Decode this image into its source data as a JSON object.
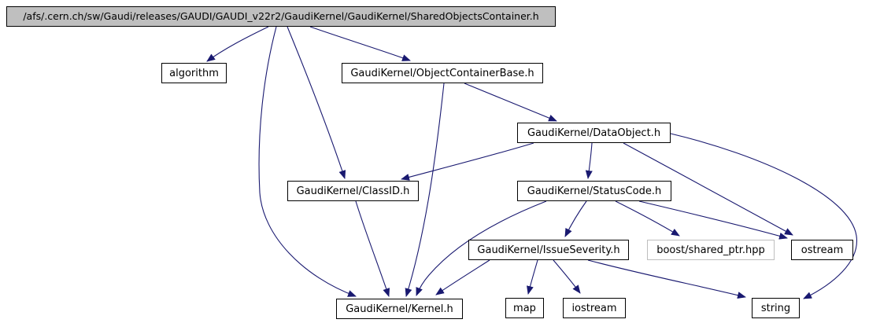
{
  "graph": {
    "title": "Doxygen include dependency graph for SharedObjectsContainer.h",
    "colors": {
      "edge": "#191970",
      "node_border": "#000000",
      "external_node_border": "#bebebe",
      "current_node_fill": "#bfbfbf",
      "node_fill": "#ffffff",
      "text": "#000000",
      "background": "#ffffff"
    },
    "nodes": {
      "shared_objects_container": {
        "label": "/afs/.cern.ch/sw/Gaudi/releases/GAUDI/GAUDI_v22r2/GaudiKernel/GaudiKernel/SharedObjectsContainer.h",
        "type": "current"
      },
      "algorithm": {
        "label": "algorithm",
        "type": "system"
      },
      "object_container_base": {
        "label": "GaudiKernel/ObjectContainerBase.h",
        "type": "header"
      },
      "data_object": {
        "label": "GaudiKernel/DataObject.h",
        "type": "header"
      },
      "class_id": {
        "label": "GaudiKernel/ClassID.h",
        "type": "header"
      },
      "status_code": {
        "label": "GaudiKernel/StatusCode.h",
        "type": "header"
      },
      "issue_severity": {
        "label": "GaudiKernel/IssueSeverity.h",
        "type": "header"
      },
      "boost_shared_ptr": {
        "label": "boost/shared_ptr.hpp",
        "type": "external"
      },
      "ostream": {
        "label": "ostream",
        "type": "system"
      },
      "kernel": {
        "label": "GaudiKernel/Kernel.h",
        "type": "header"
      },
      "map": {
        "label": "map",
        "type": "system"
      },
      "iostream": {
        "label": "iostream",
        "type": "system"
      },
      "string": {
        "label": "string",
        "type": "system"
      }
    },
    "edges": [
      {
        "from": "shared_objects_container",
        "to": "algorithm"
      },
      {
        "from": "shared_objects_container",
        "to": "object_container_base"
      },
      {
        "from": "shared_objects_container",
        "to": "class_id"
      },
      {
        "from": "shared_objects_container",
        "to": "kernel"
      },
      {
        "from": "object_container_base",
        "to": "data_object"
      },
      {
        "from": "object_container_base",
        "to": "kernel"
      },
      {
        "from": "data_object",
        "to": "class_id"
      },
      {
        "from": "data_object",
        "to": "status_code"
      },
      {
        "from": "data_object",
        "to": "ostream"
      },
      {
        "from": "data_object",
        "to": "string"
      },
      {
        "from": "class_id",
        "to": "kernel"
      },
      {
        "from": "status_code",
        "to": "issue_severity"
      },
      {
        "from": "status_code",
        "to": "boost_shared_ptr"
      },
      {
        "from": "status_code",
        "to": "ostream"
      },
      {
        "from": "status_code",
        "to": "kernel"
      },
      {
        "from": "issue_severity",
        "to": "kernel"
      },
      {
        "from": "issue_severity",
        "to": "map"
      },
      {
        "from": "issue_severity",
        "to": "iostream"
      },
      {
        "from": "issue_severity",
        "to": "string"
      }
    ]
  }
}
